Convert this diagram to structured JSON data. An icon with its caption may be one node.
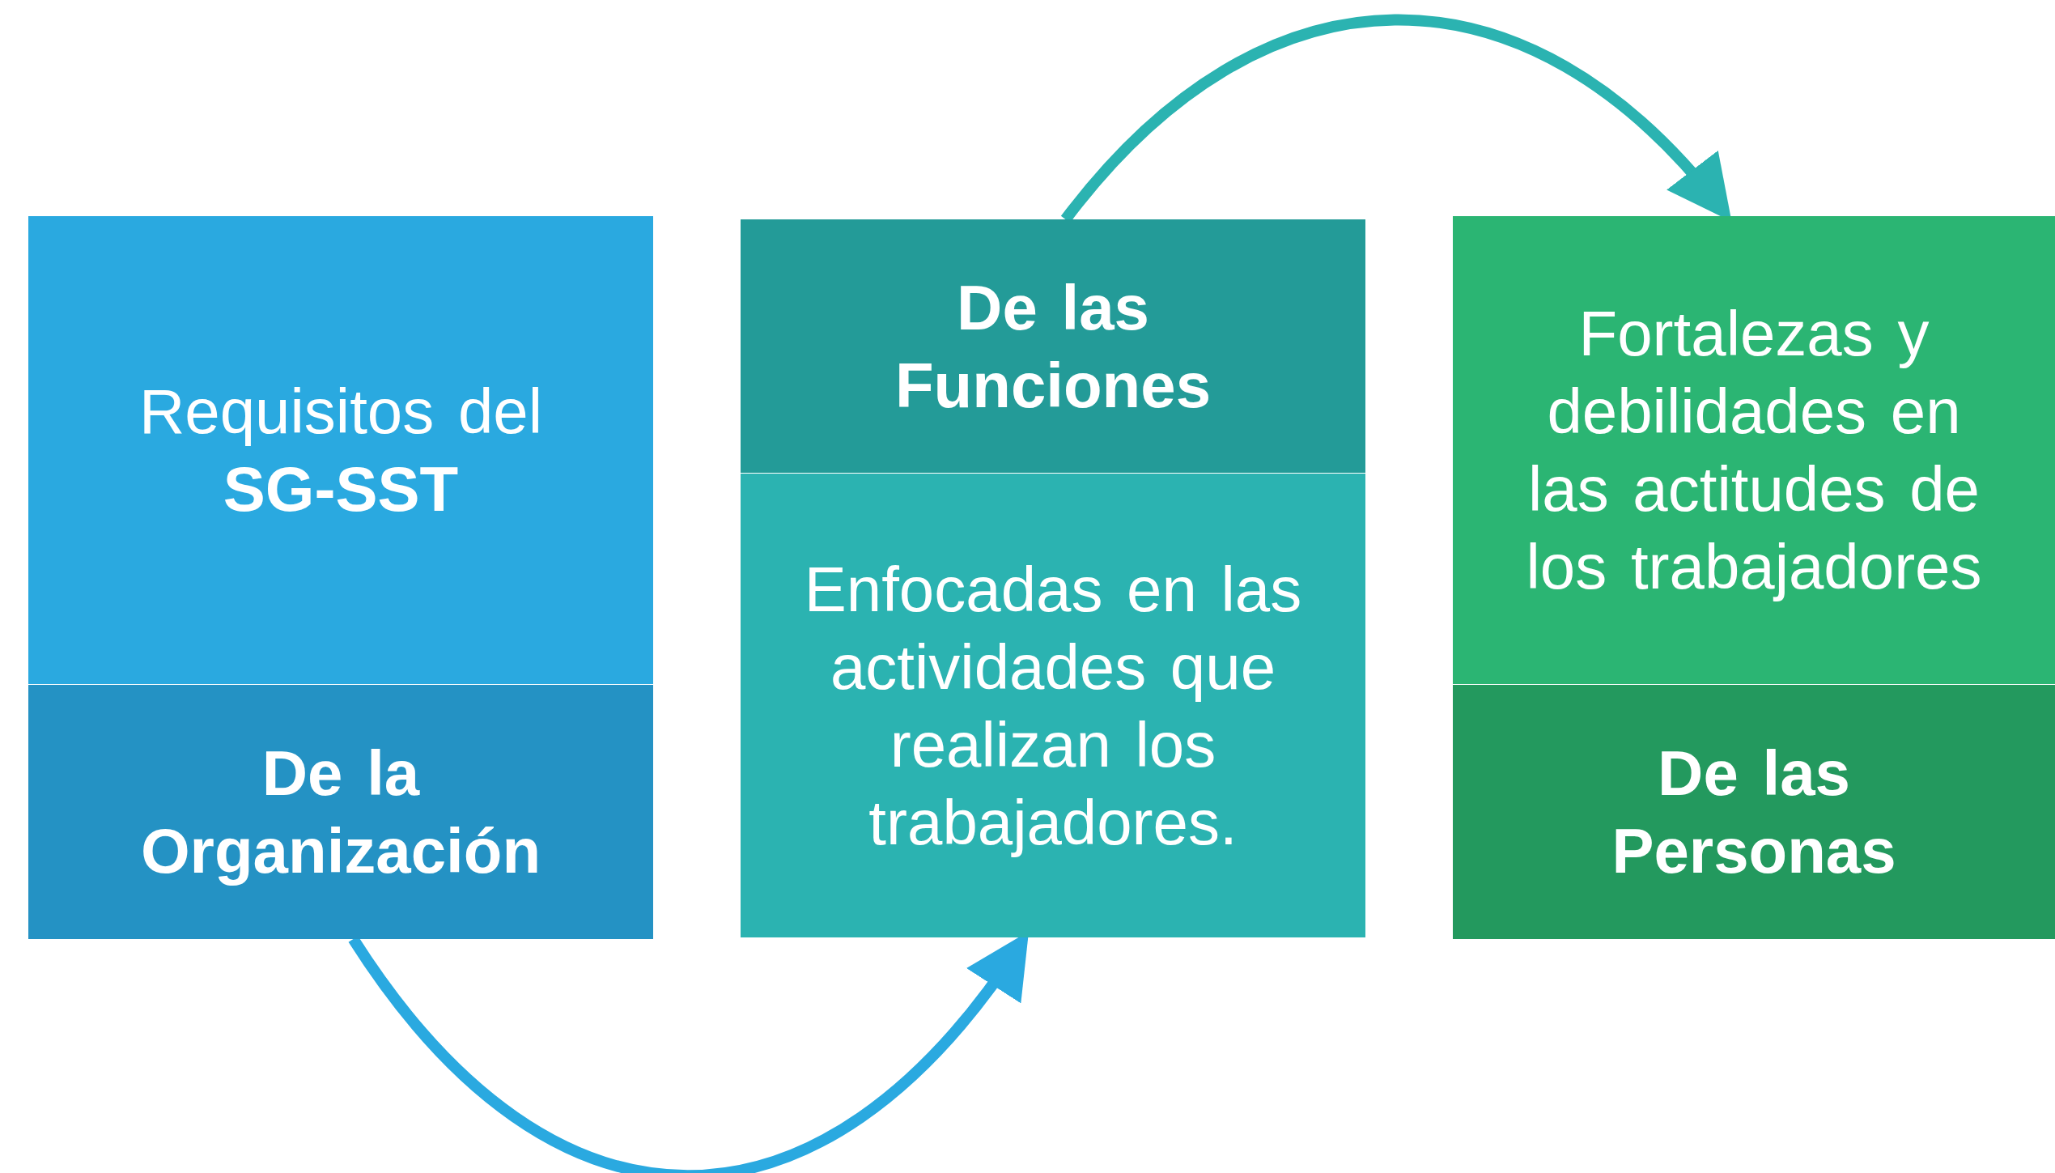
{
  "diagram": {
    "nodes": [
      {
        "text": [
          "Requisitos del **SG-SST**"
        ]
      },
      {
        "text": [
          "De la Organización"
        ]
      },
      {
        "text": [
          "De las Funciones"
        ]
      },
      {
        "text": [
          "Enfocadas en las actividades que realizan los trabajadores."
        ]
      },
      {
        "text": [
          "Fortalezas y debilidades en las actitudes de los trabajadores"
        ]
      },
      {
        "text": [
          "De las Personas"
        ]
      }
    ],
    "edges": [
      {
        "from": 1,
        "to": 3,
        "arrow": "to",
        "color": "#2aa9e0"
      },
      {
        "from": 2,
        "to": 4,
        "arrow": "to",
        "color": "#2bb3b1"
      }
    ]
  }
}
